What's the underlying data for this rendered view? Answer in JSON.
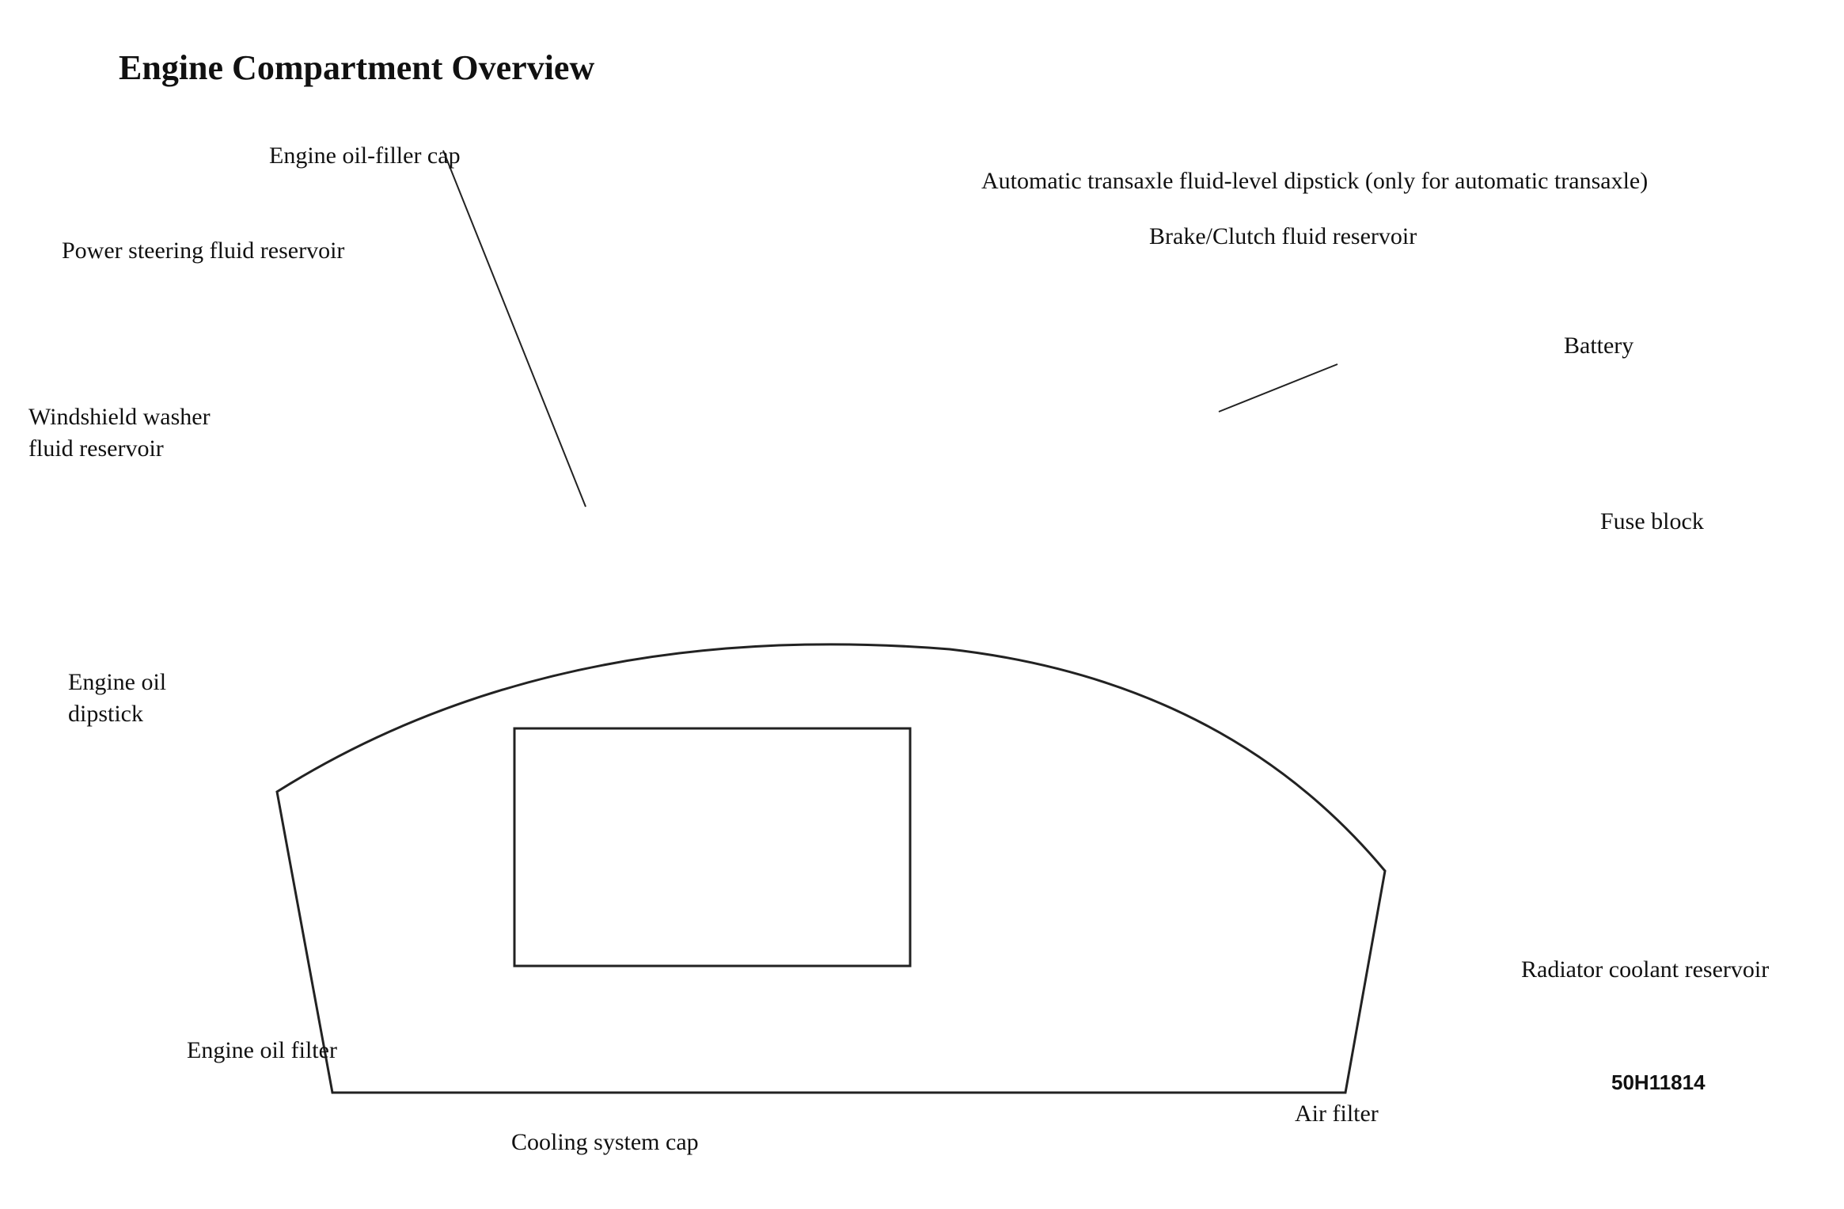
{
  "title": "Engine Compartment Overview",
  "code": "50H11814",
  "labels": [
    "Engine oil-filler cap",
    "Power steering fluid reservoir",
    "Windshield washer",
    "fluid reservoir",
    "Engine oil",
    "dipstick",
    "Engine oil filter",
    "Cooling system cap",
    "Automatic transaxle fluid-level dipstick (only for automatic transaxle)",
    "Brake/Clutch fluid reservoir",
    "Battery",
    "Fuse block",
    "Radiator coolant reservoir",
    "Air filter"
  ]
}
